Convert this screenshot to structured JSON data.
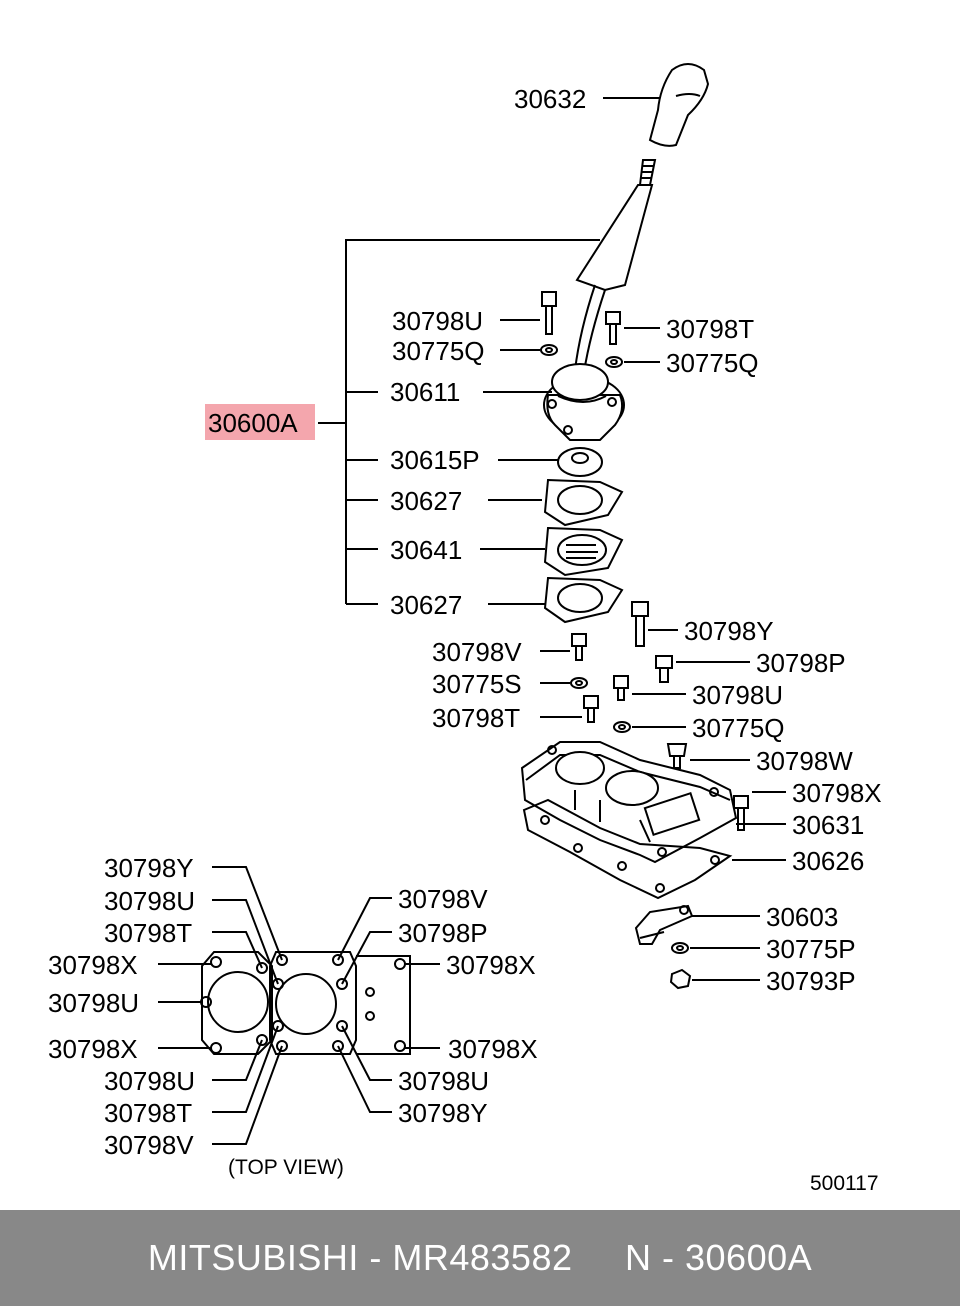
{
  "highlight_color": "#f4a6ad",
  "footer_bg": "#888888",
  "labels": {
    "l30632": "30632",
    "l30600A": "30600A",
    "l30798U_a": "30798U",
    "l30775Q_a": "30775Q",
    "l30798T_a": "30798T",
    "l30775Q_b": "30775Q",
    "l30611": "30611",
    "l30615P": "30615P",
    "l30627_a": "30627",
    "l30641": "30641",
    "l30627_b": "30627",
    "l30798Y_a": "30798Y",
    "l30798V_a": "30798V",
    "l30798P_a": "30798P",
    "l30775S": "30775S",
    "l30798U_b": "30798U",
    "l30798T_b": "30798T",
    "l30775Q_c": "30775Q",
    "l30798W": "30798W",
    "l30798X_a": "30798X",
    "l30631": "30631",
    "l30626": "30626",
    "l30603": "30603",
    "l30775P": "30775P",
    "l30793P": "30793P"
  },
  "top_view": {
    "caption": "(TOP  VIEW)",
    "left": [
      "30798Y",
      "30798U",
      "30798T",
      "30798X",
      "30798U",
      "30798X",
      "30798U",
      "30798T",
      "30798V"
    ],
    "right": [
      "30798V",
      "30798P",
      "30798X",
      "30798X",
      "30798U",
      "30798Y"
    ]
  },
  "diagram_number": "500117",
  "footer": "MITSUBISHI - MR483582     N - 30600A"
}
